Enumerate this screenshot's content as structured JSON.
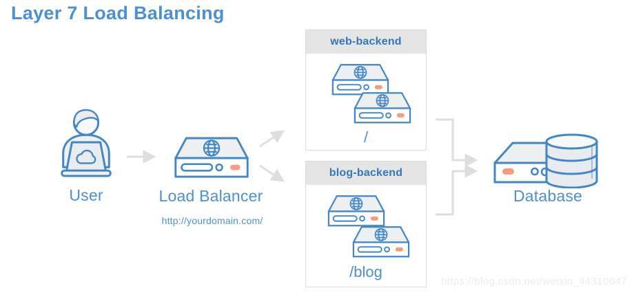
{
  "title": "Layer 7 Load Balancing",
  "user": {
    "label": "User"
  },
  "load_balancer": {
    "label": "Load Balancer",
    "url": "http://yourdomain.com/"
  },
  "backends": {
    "web": {
      "name": "web-backend",
      "route": "/"
    },
    "blog": {
      "name": "blog-backend",
      "route": "/blog"
    }
  },
  "database": {
    "label": "Database"
  },
  "watermark": "https://blog.csdn.net/weixin_44310047",
  "icons": {
    "user": "person-at-laptop-with-cloud-icon",
    "load_balancer": "server-with-globe-icon",
    "backend_server": "server-with-globe-icon",
    "database": "server-with-db-cylinder-icon"
  },
  "colors": {
    "title_blue": "#4a90d2",
    "label_blue": "#4a90d2",
    "card_header_text": "#3177bc",
    "icon_stroke_blue": "#4186c6",
    "accent_orange": "#f59d7c",
    "connector_gray": "#dedede",
    "card_header_bg": "#e5e5e6",
    "card_border": "#dcdcdc",
    "icon_fill_gray": "#edeff1",
    "watermark_gray": "#ececec"
  }
}
